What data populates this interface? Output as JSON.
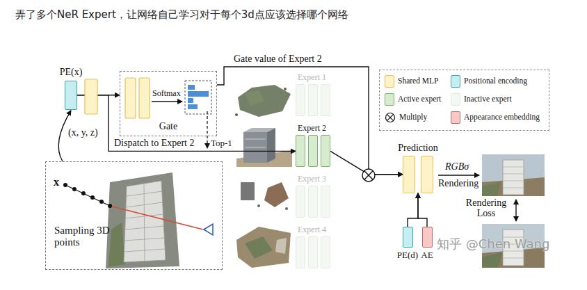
{
  "diagram": {
    "title": "弄了多个NeR Expert，让网络自己学习对于每个3d点应该选择哪个网络",
    "nodes": [
      {
        "text": [
          "PE(x)"
        ]
      },
      {
        "text": [
          "Gate"
        ]
      },
      {
        "text": [
          "Expert 1"
        ]
      },
      {
        "text": [
          "Expert 2"
        ]
      },
      {
        "text": [
          "Expert 3"
        ]
      },
      {
        "text": [
          "Expert 4"
        ]
      },
      {
        "text": [
          "Prediction"
        ]
      },
      {
        "text": [
          "PE(d)"
        ]
      },
      {
        "text": [
          "AE"
        ]
      },
      {
        "text": [
          "Sampling 3D points"
        ]
      }
    ],
    "edges": [
      {
        "from": 9,
        "to": 0,
        "label": "(x, y, z)",
        "arrow": "to"
      },
      {
        "from": 0,
        "to": 1,
        "arrow": "to"
      },
      {
        "from": 0,
        "to": 3,
        "label": "Dispatch to Expert 2",
        "arrow": "to"
      },
      {
        "from": 1,
        "to": 6,
        "label": "Gate value of Expert 2",
        "arrow": "to"
      },
      {
        "from": 3,
        "to": 6,
        "arrow": "to"
      },
      {
        "from": 7,
        "to": 6,
        "arrow": "to"
      },
      {
        "from": 8,
        "to": 6,
        "arrow": "to"
      }
    ],
    "labels": [
      "Softmax",
      "Top-1",
      "x",
      "RGBσ",
      "Rendering",
      "Rendering Loss",
      "知乎 @Chen Wang"
    ],
    "legend": [
      {
        "text": "Shared MLP",
        "color": "#fdf3c6"
      },
      {
        "text": "Positional encoding",
        "color": "#c6eef1"
      },
      {
        "text": "Active expert",
        "color": "#d7ebcf"
      },
      {
        "text": "Inactive expert",
        "color": "#f4f8f2"
      },
      {
        "text": "Multiply"
      },
      {
        "text": "Appearance embedding",
        "color": "#f6c8c8"
      }
    ]
  }
}
